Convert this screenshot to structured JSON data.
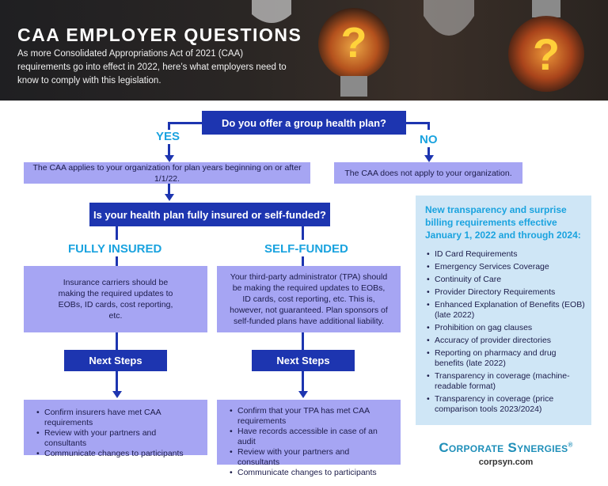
{
  "header": {
    "title": "CAA EMPLOYER QUESTIONS",
    "intro": "As more Consolidated Appropriations Act of 2021 (CAA) requirements go into effect in 2022, here’s what employers need to know to comply with this legislation."
  },
  "flow": {
    "q1": "Do you offer a group health plan?",
    "yes_label": "YES",
    "no_label": "NO",
    "yes_result": "The CAA applies to your organization for plan years beginning on or after 1/1/22.",
    "no_result": "The CAA does not apply to your organization.",
    "q2": "Is your health plan fully insured or self-funded?",
    "fully_insured_label": "FULLY INSURED",
    "self_funded_label": "SELF-FUNDED",
    "fully_insured_text": "Insurance carriers should be making the required updates to EOBs, ID cards, cost reporting, etc.",
    "self_funded_text": "Your third-party administrator (TPA) should be making the required updates to EOBs, ID cards, cost reporting, etc. This is, however, not guaranteed. Plan sponsors of self-funded plans have additional liability.",
    "next_steps_label": "Next Steps",
    "fully_insured_steps": [
      "Confirm insurers have met CAA requirements",
      "Review with your partners and consultants",
      "Communicate changes to participants"
    ],
    "self_funded_steps": [
      "Confirm that your TPA has met CAA requirements",
      "Have records accessible in case of an audit",
      "Review with your partners and consultants",
      "Communicate changes to participants"
    ]
  },
  "sidebar": {
    "title": "New transparency and surprise billing requirements effective January 1, 2022 and through 2024:",
    "items": [
      "ID Card Requirements",
      "Emergency Services Coverage",
      "Continuity of Care",
      "Provider Directory Requirements",
      "Enhanced Explanation of Benefits (EOB) (late 2022)",
      "Prohibition on gag clauses",
      "Accuracy of provider directories",
      "Reporting on pharmacy and drug benefits (late 2022)",
      "Transparency in coverage (machine-readable format)",
      "Transparency in coverage (price comparison tools 2023/2024)"
    ]
  },
  "brand": {
    "name": "Corporate Synergies",
    "url": "corpsyn.com"
  },
  "colors": {
    "question_box": "#1d35b0",
    "light_box": "#a6a5f3",
    "accent": "#1aa3df",
    "sidebar_bg": "#cfe6f6"
  },
  "icons": [
    "lightbulb-question-icon",
    "lightbulb-icon"
  ]
}
